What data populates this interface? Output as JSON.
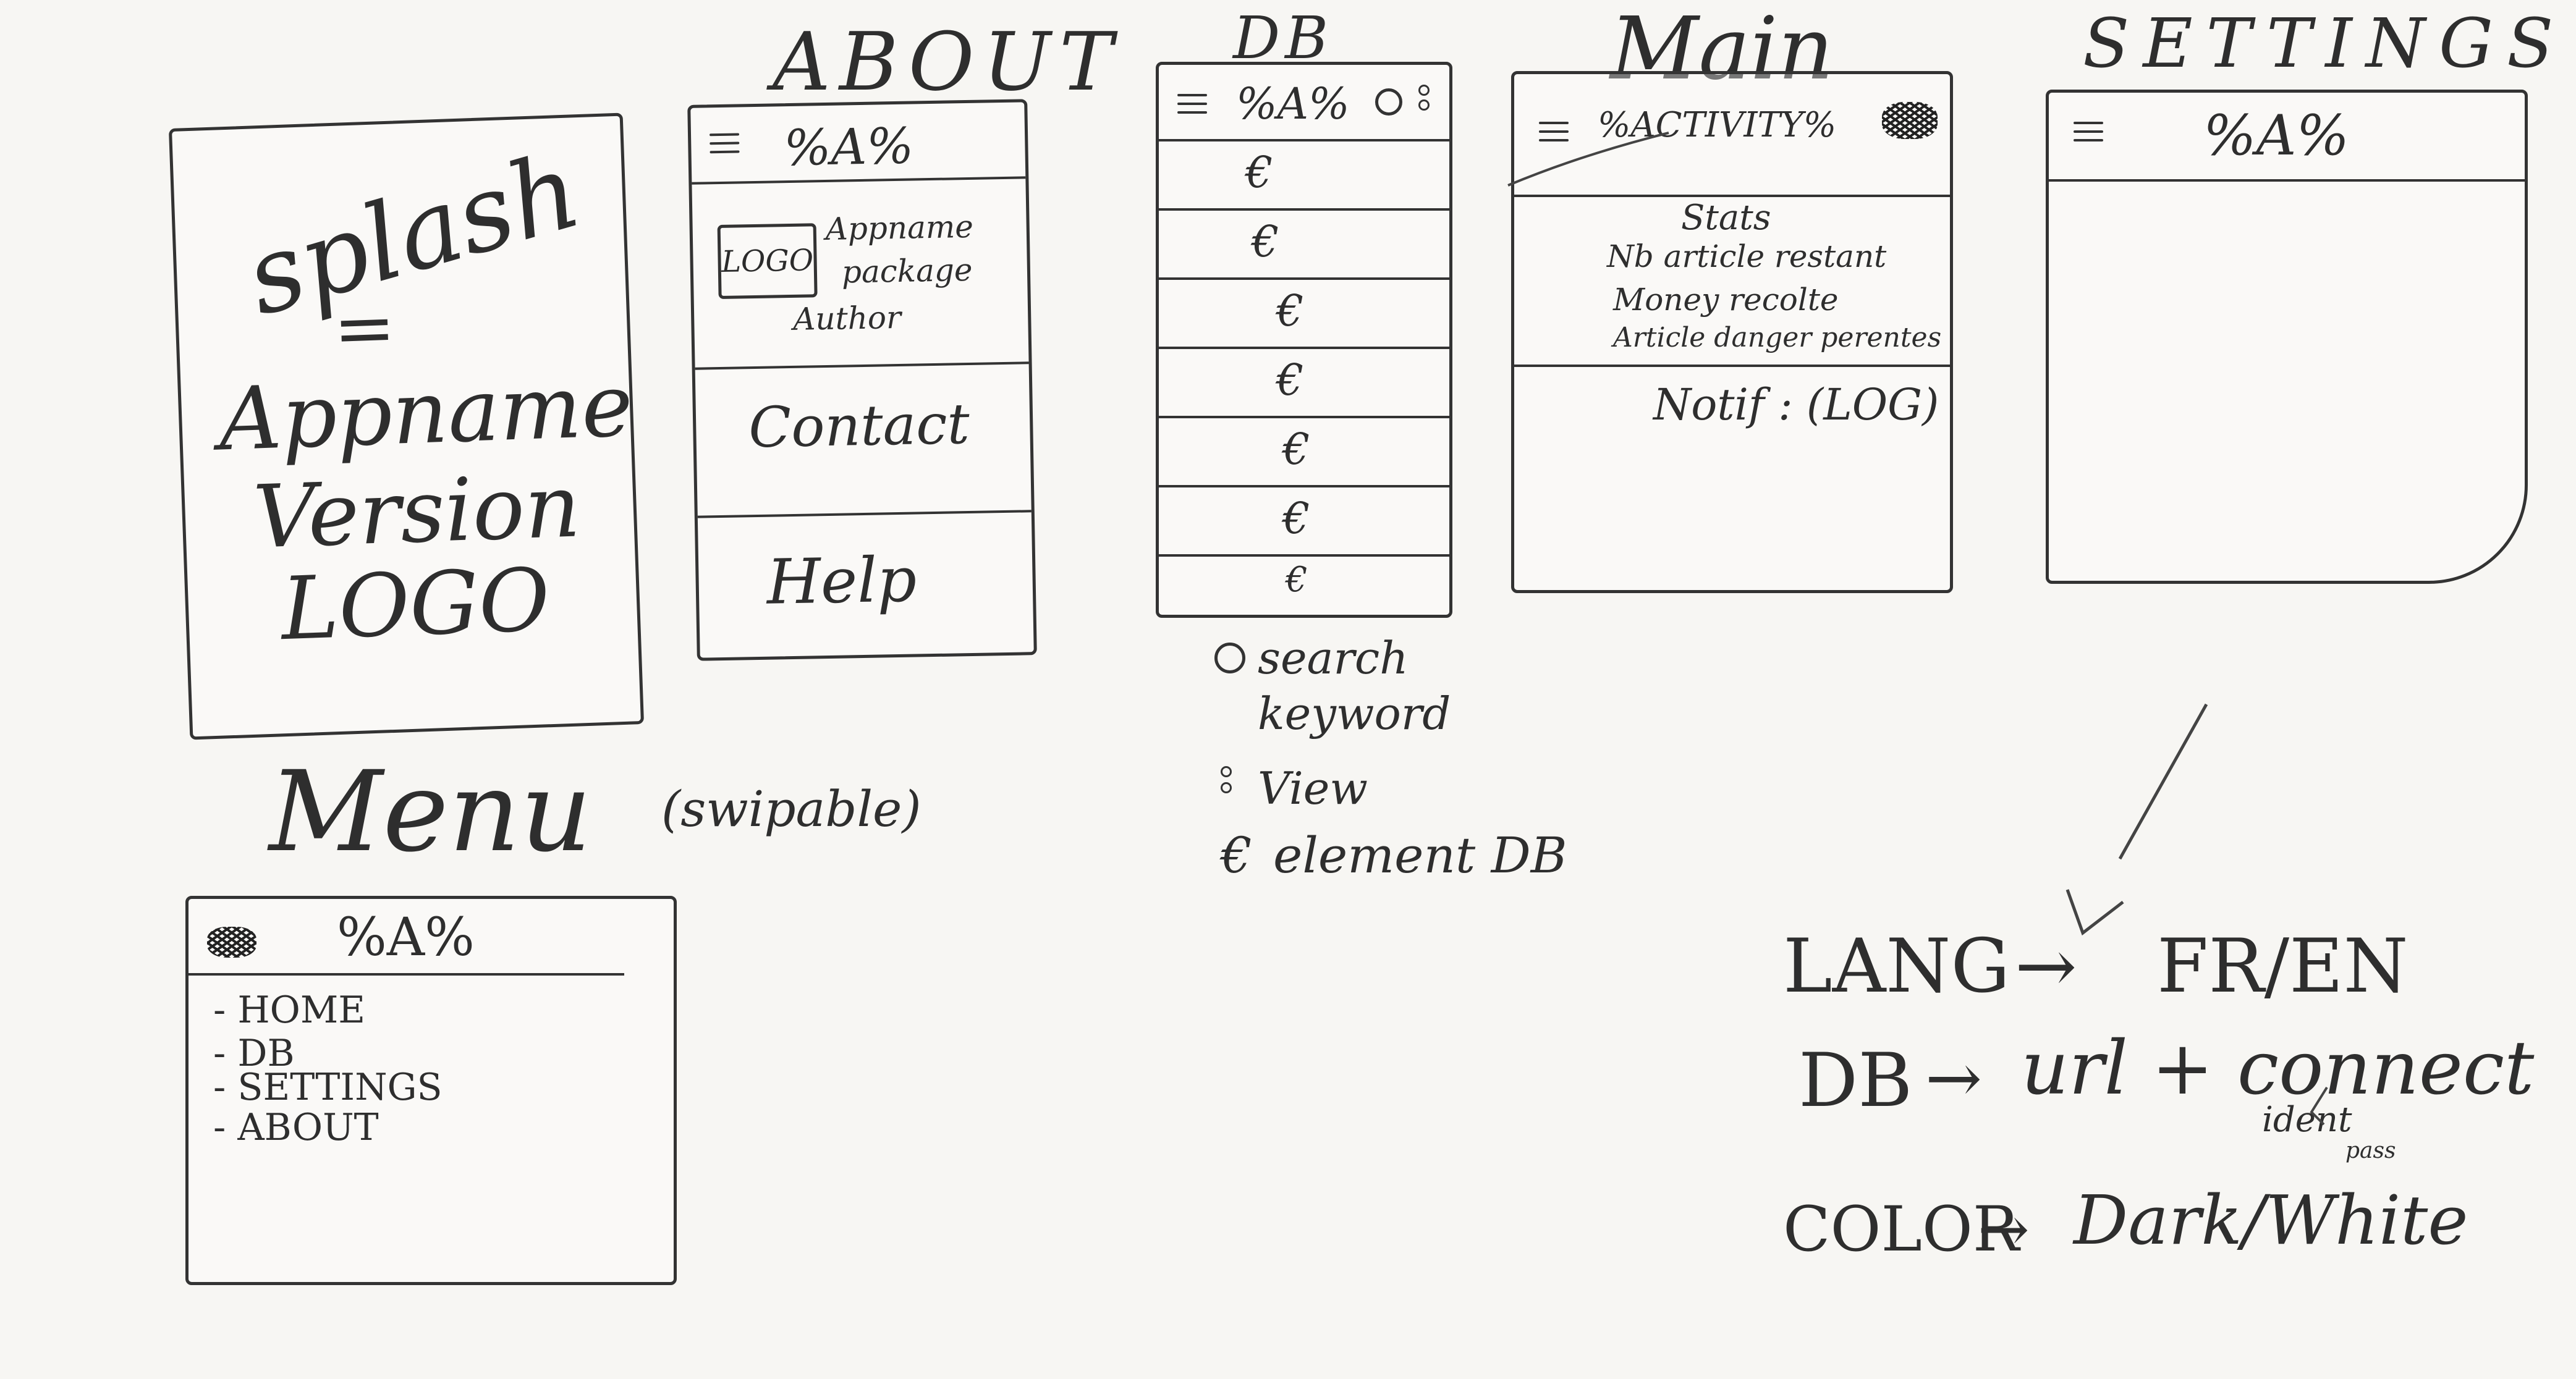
{
  "splash": {
    "title": "splash",
    "mark": "=",
    "lines": [
      "Appname",
      "Version",
      "LOGO"
    ]
  },
  "about": {
    "title": "ABOUT",
    "header": "%A%",
    "logo": "LOGO",
    "info": [
      "Appname",
      "package",
      "Author"
    ],
    "contact": "Contact",
    "help": "Help"
  },
  "db": {
    "title": "DB",
    "header": "%A%",
    "element_symbol": "€",
    "elements": [
      "€",
      "€",
      "€",
      "€",
      "€",
      "€",
      "€"
    ],
    "legend": [
      "search keyword",
      "View",
      "element DB"
    ]
  },
  "main": {
    "title": "Main",
    "header": "%ACTIVITY%",
    "stats": [
      "Stats",
      "Nb article restant",
      "Money recolte",
      "Article danger perentes"
    ],
    "notif": "Notif : (LOG)"
  },
  "settings": {
    "title": "SETTINGS",
    "header": "%A%",
    "options": [
      {
        "label": "LANG",
        "value": "FR/EN"
      },
      {
        "label": "DB",
        "value": "url + connect"
      },
      {
        "label": "COLOR",
        "value": "Dark/White"
      }
    ],
    "connect_sub": [
      "ident",
      "pass"
    ]
  },
  "menu": {
    "title": "Menu",
    "subtitle": "(swipable)",
    "header": "%A%",
    "items": [
      "- HOME",
      "- DB",
      "- SETTINGS",
      "- ABOUT"
    ]
  }
}
